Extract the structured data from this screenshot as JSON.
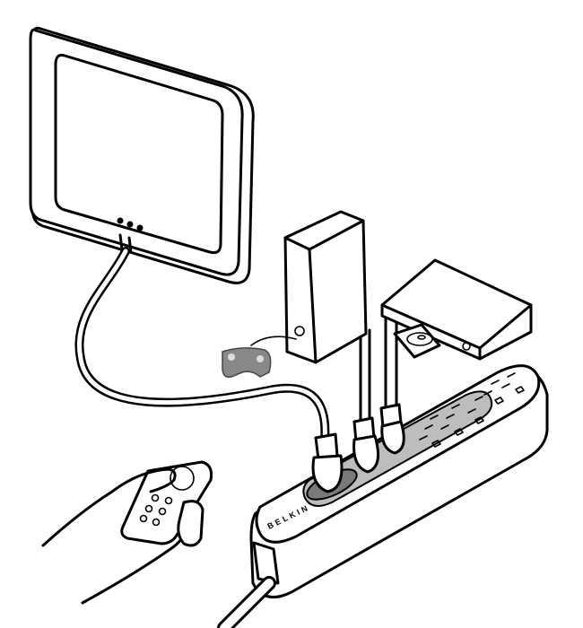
{
  "illustration": {
    "description": "Line drawing of a remote-controlled power strip with TV, game console, DVD player and hand-held remote",
    "power_strip": {
      "brand_label": "BELKIN",
      "outlets_visible": 8
    },
    "devices": [
      {
        "name": "flat-panel-tv"
      },
      {
        "name": "game-console"
      },
      {
        "name": "game-controller"
      },
      {
        "name": "dvd-player"
      },
      {
        "name": "remote-control",
        "buttons": 6
      }
    ],
    "colors": {
      "line": "#000000",
      "background": "#ffffff",
      "shade": "#bdbdbd",
      "shade_dark": "#7a7a7a"
    }
  }
}
